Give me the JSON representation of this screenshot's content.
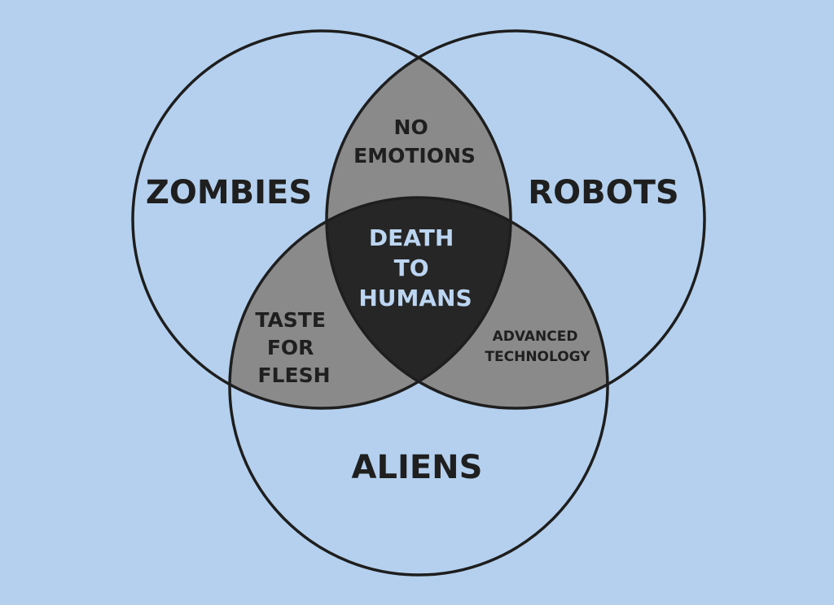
{
  "diagram": {
    "sets": [
      {
        "key": "zombies",
        "label": "ZOMBIES"
      },
      {
        "key": "robots",
        "label": "ROBOTS"
      },
      {
        "key": "aliens",
        "label": "ALIENS"
      }
    ],
    "intersections": {
      "zombies_robots": [
        "NO",
        "EMOTIONS"
      ],
      "zombies_aliens": [
        "TASTE",
        "FOR",
        "FLESH"
      ],
      "robots_aliens": [
        "ADVANCED",
        "TECHNOLOGY"
      ],
      "all": [
        "DEATH",
        "TO",
        "HUMANS"
      ]
    }
  },
  "colors": {
    "background": "#b4d0ee",
    "outline": "#1e1e1e",
    "pair_fill": "#8a8a8a",
    "center_fill": "#262626",
    "set_text": "#1f1f1f",
    "pair_text": "#1f1f1f",
    "center_text": "#bcd6f2"
  }
}
